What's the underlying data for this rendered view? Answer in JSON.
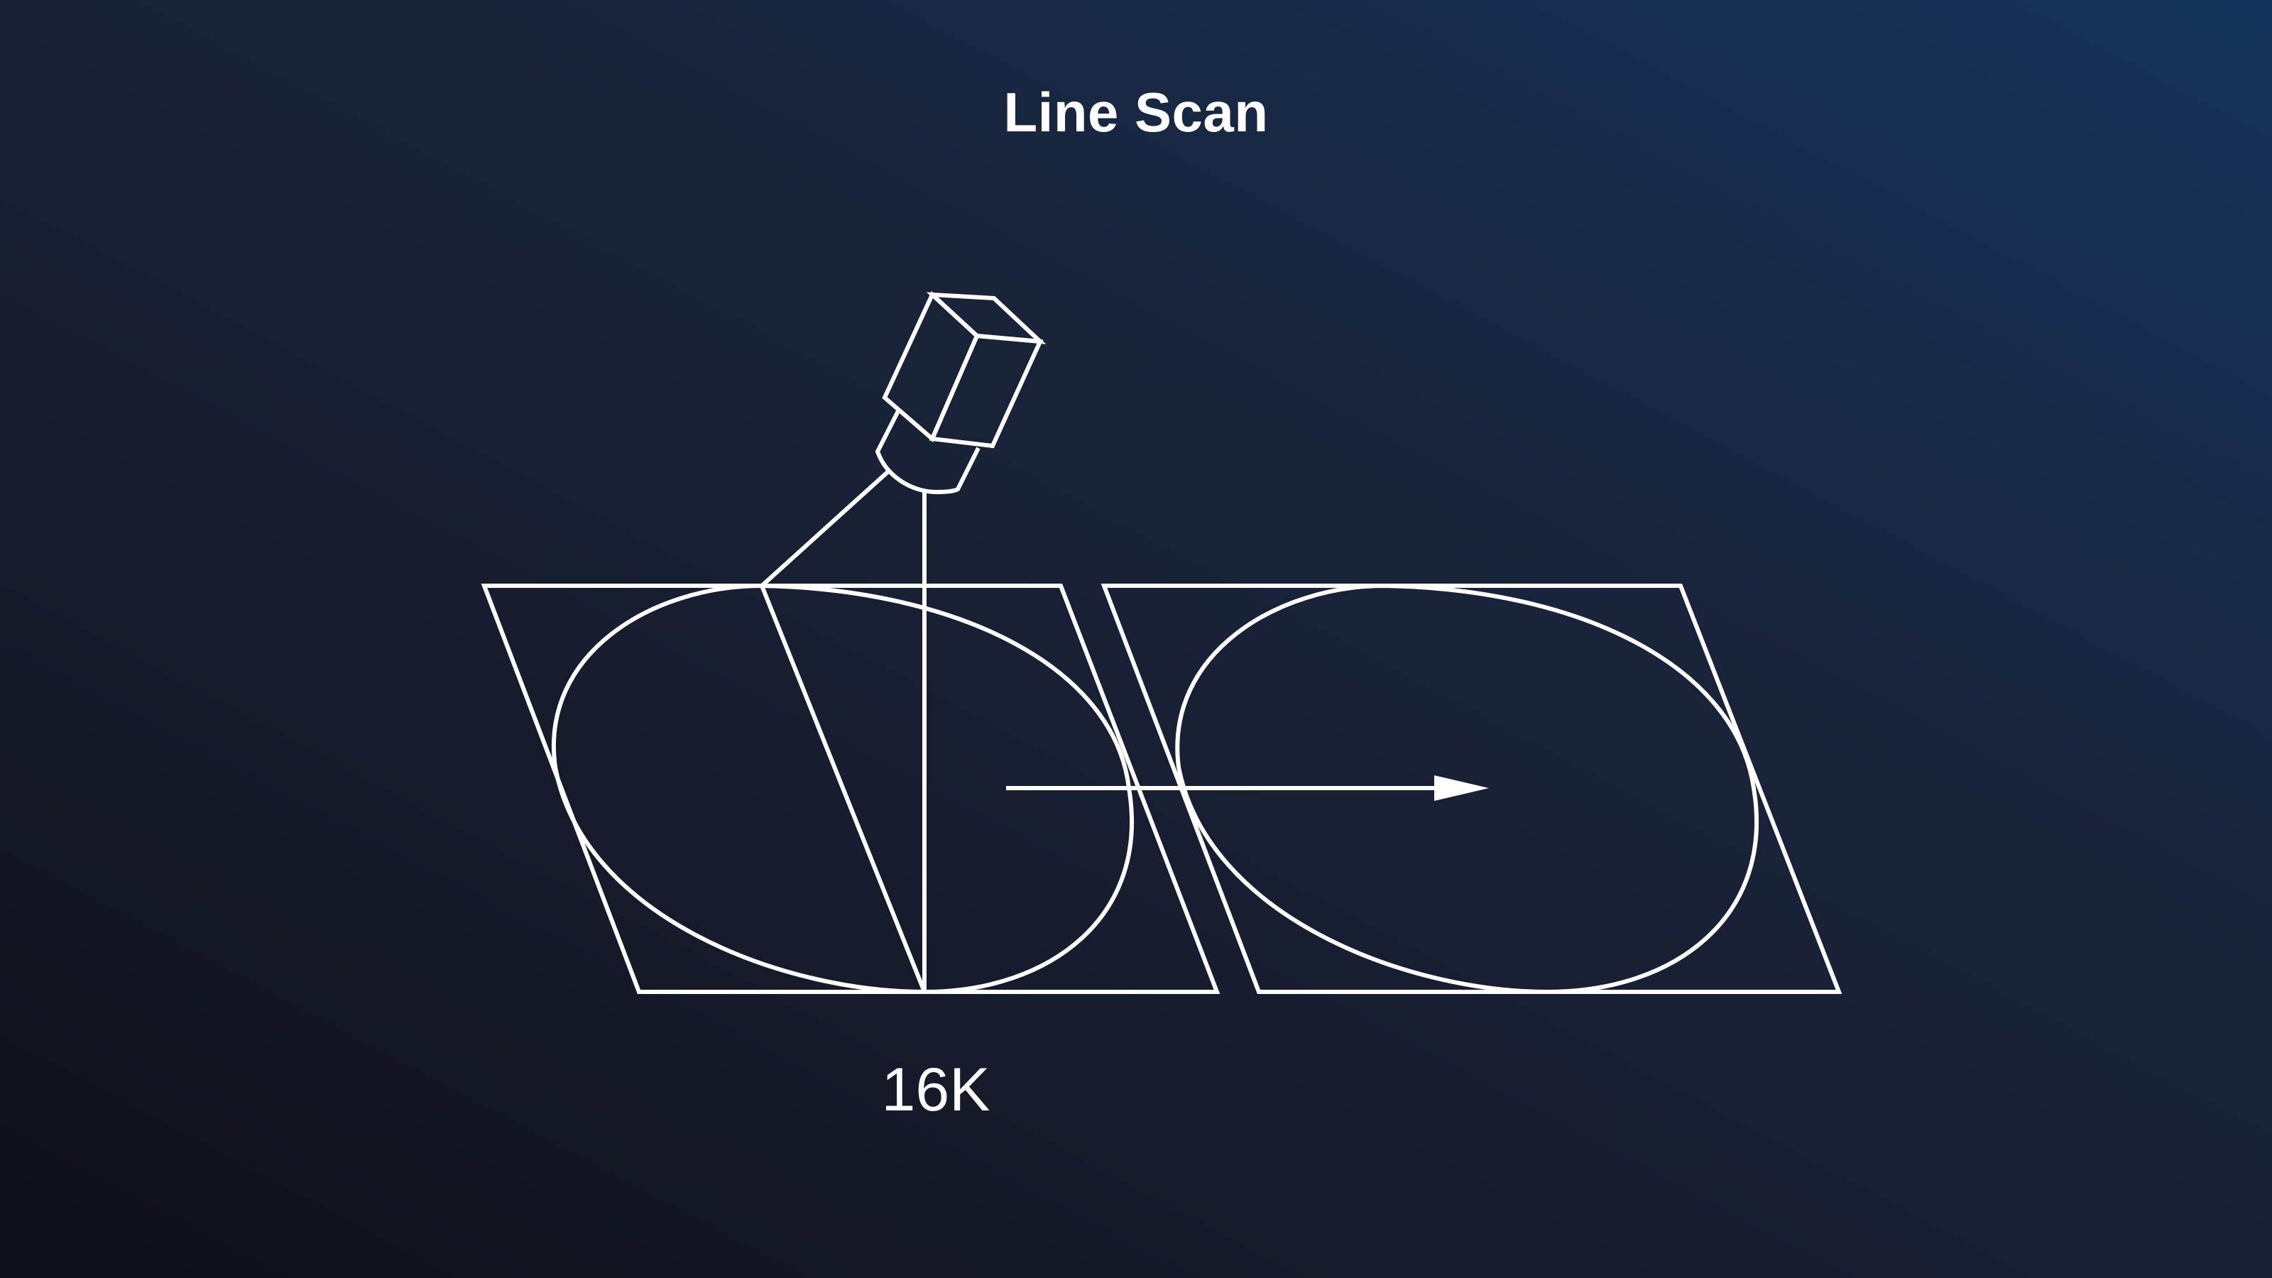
{
  "title": "Line Scan",
  "resolution_label": "16K",
  "colors": {
    "background_bottom_left": "#0f0f19",
    "background_top_right": "#13335a",
    "stroke": "#ffffff"
  },
  "diagram": {
    "elements": [
      {
        "name": "line-scan-camera-icon",
        "description": "isometric camera body with lens"
      },
      {
        "name": "scan-line",
        "description": "vertical scan beam from camera to surface"
      },
      {
        "name": "field-of-view-line",
        "description": "angled line from camera to object edge"
      },
      {
        "name": "object-frame-left",
        "description": "parallelogram with ellipse, currently scanned"
      },
      {
        "name": "object-frame-right",
        "description": "parallelogram with ellipse, next object"
      },
      {
        "name": "motion-arrow-icon",
        "description": "arrow indicating direction of conveyor movement"
      }
    ]
  }
}
